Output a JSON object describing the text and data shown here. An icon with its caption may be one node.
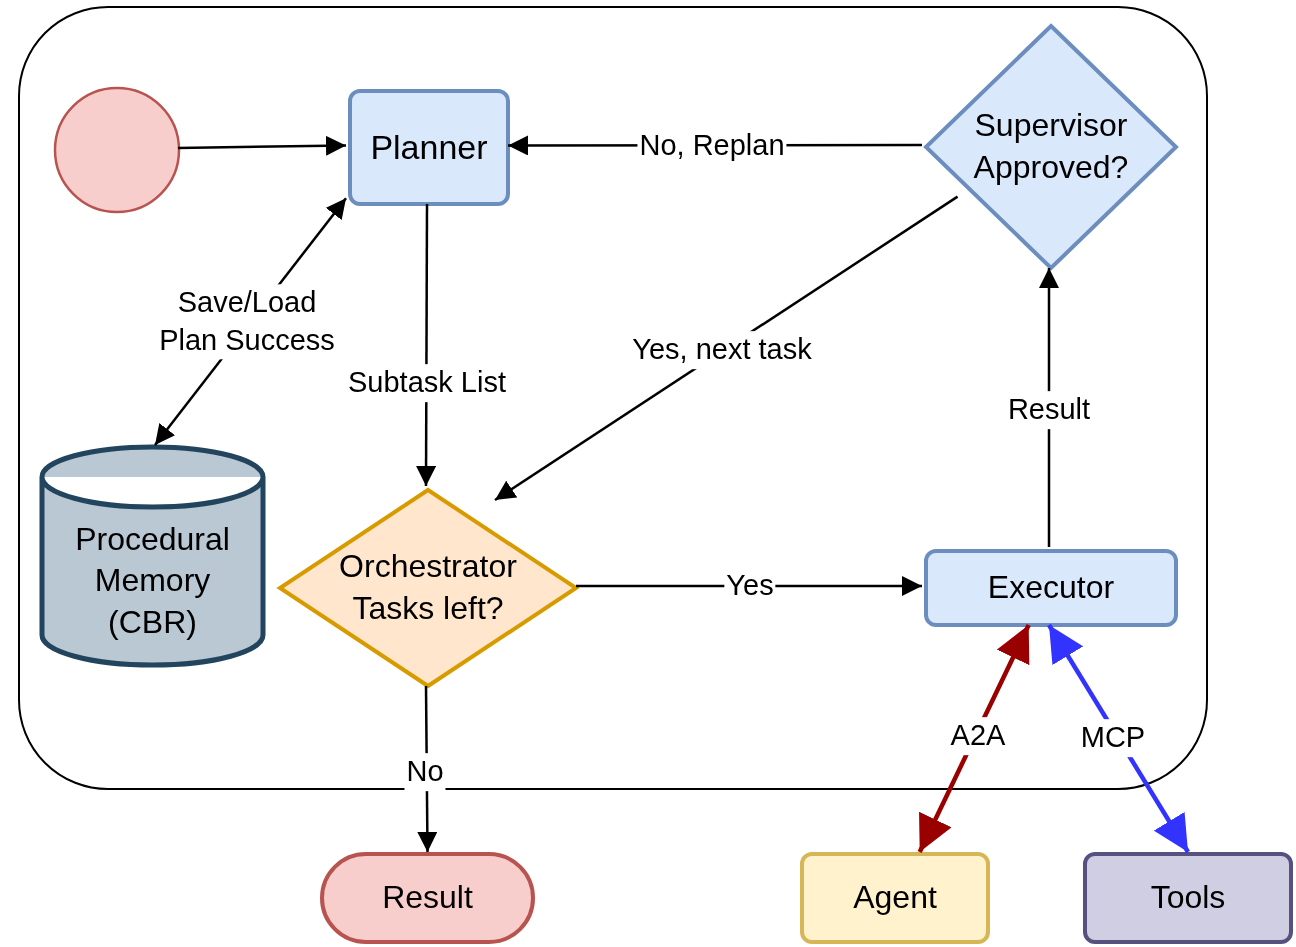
{
  "diagram": {
    "nodes": [
      {
        "text": [],
        "shape": "box"
      },
      {
        "text": [],
        "shape": "circle",
        "in": 0
      },
      {
        "text": [
          "Planner"
        ],
        "in": 0
      },
      {
        "text": [
          "Supervisor Approved?"
        ],
        "in": 0
      },
      {
        "text": [
          "Procedural Memory (CBR)"
        ],
        "in": 0
      },
      {
        "text": [
          "Orchestrator Tasks left?"
        ],
        "in": 0
      },
      {
        "text": [
          "Executor"
        ],
        "in": 0
      },
      {
        "text": [
          "Result"
        ]
      },
      {
        "text": [
          "Agent"
        ]
      },
      {
        "text": [
          "Tools"
        ]
      }
    ],
    "edges": [
      {
        "from": 1,
        "to": 2,
        "arrow": "to"
      },
      {
        "from": 3,
        "to": 2,
        "arrow": "to",
        "label": "No, Replan"
      },
      {
        "from": 4,
        "to": 2,
        "arrow": "both",
        "label": "Save/Load Plan Success"
      },
      {
        "from": 2,
        "to": 5,
        "arrow": "to",
        "label": "Subtask List"
      },
      {
        "from": 3,
        "to": 5,
        "arrow": "to",
        "label": "Yes, next task"
      },
      {
        "from": 5,
        "to": 6,
        "arrow": "to",
        "label": "Yes"
      },
      {
        "from": 6,
        "to": 3,
        "arrow": "to",
        "label": "Result"
      },
      {
        "from": 5,
        "to": 7,
        "arrow": "to",
        "label": "No"
      },
      {
        "from": 6,
        "to": 8,
        "arrow": "both",
        "label": "A2A",
        "style": "thick",
        "color": "#990000"
      },
      {
        "from": 6,
        "to": 9,
        "arrow": "both",
        "label": "MCP",
        "style": "thick",
        "color": "#3333ff"
      }
    ]
  }
}
